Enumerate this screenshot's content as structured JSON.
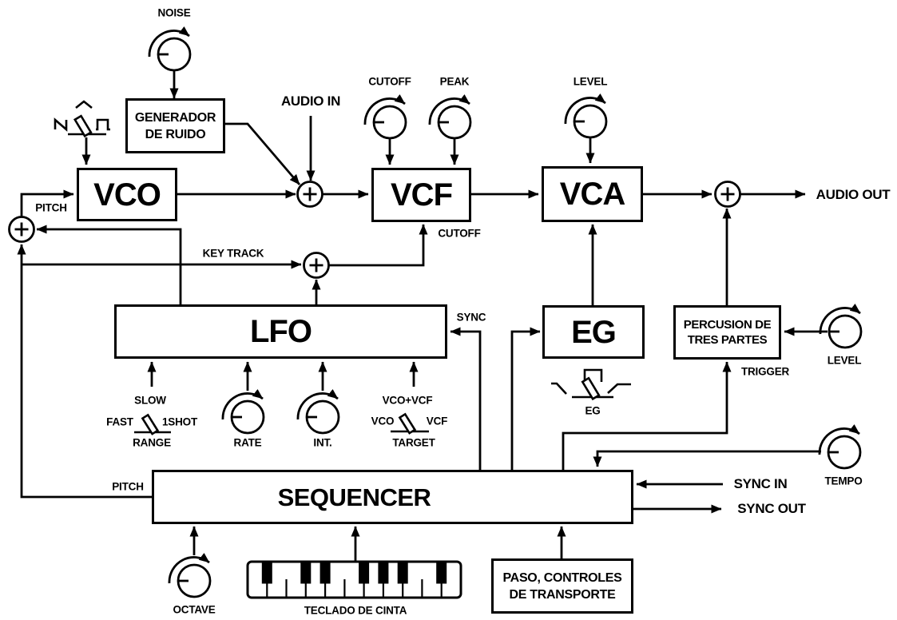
{
  "blocks": {
    "noise_generator": {
      "line1": "GENERADOR",
      "line2": "DE RUIDO"
    },
    "vco": {
      "label": "VCO"
    },
    "vcf": {
      "label": "VCF"
    },
    "vca": {
      "label": "VCA"
    },
    "lfo": {
      "label": "LFO"
    },
    "eg": {
      "label": "EG"
    },
    "percussion": {
      "line1": "PERCUSION DE",
      "line2": "TRES PARTES"
    },
    "sequencer": {
      "label": "SEQUENCER"
    },
    "step_transport": {
      "line1": "PASO, CONTROLES",
      "line2": "DE TRANSPORTE"
    }
  },
  "knobs": {
    "noise": "NOISE",
    "cutoff": "CUTOFF",
    "peak": "PEAK",
    "vca_level": "LEVEL",
    "rate": "RATE",
    "int": "INT.",
    "percussion_level": "LEVEL",
    "tempo": "TEMPO",
    "octave": "OCTAVE"
  },
  "switches": {
    "range": {
      "top": "SLOW",
      "left": "FAST",
      "right": "1SHOT",
      "label": "RANGE"
    },
    "target": {
      "top": "VCO+VCF",
      "left": "VCO",
      "right": "VCF",
      "label": "TARGET"
    },
    "eg_shape": {
      "label": "EG"
    }
  },
  "signals": {
    "audio_in": "AUDIO IN",
    "audio_out": "AUDIO OUT",
    "pitch_vco": "PITCH",
    "key_track": "KEY TRACK",
    "cutoff_mod": "CUTOFF",
    "sync": "SYNC",
    "trigger": "TRIGGER",
    "sync_in": "SYNC IN",
    "sync_out": "SYNC OUT",
    "pitch_seq": "PITCH",
    "ribbon_keyboard": "TECLADO DE CINTA"
  },
  "icons": {
    "vco_wave_switch": [
      "sawtooth-wave-icon",
      "triangle-wave-icon",
      "square-wave-icon"
    ],
    "eg_shape_switch": [
      "decay-envelope-icon",
      "gate-envelope-icon",
      "attack-envelope-icon"
    ],
    "knob": "rotary-knob-clockwise-arrow-icon",
    "sum_node": "plus-circle-mixer-icon",
    "keyboard": "piano-keys-icon"
  },
  "colors": {
    "ink": "#000000",
    "background": "#ffffff"
  }
}
